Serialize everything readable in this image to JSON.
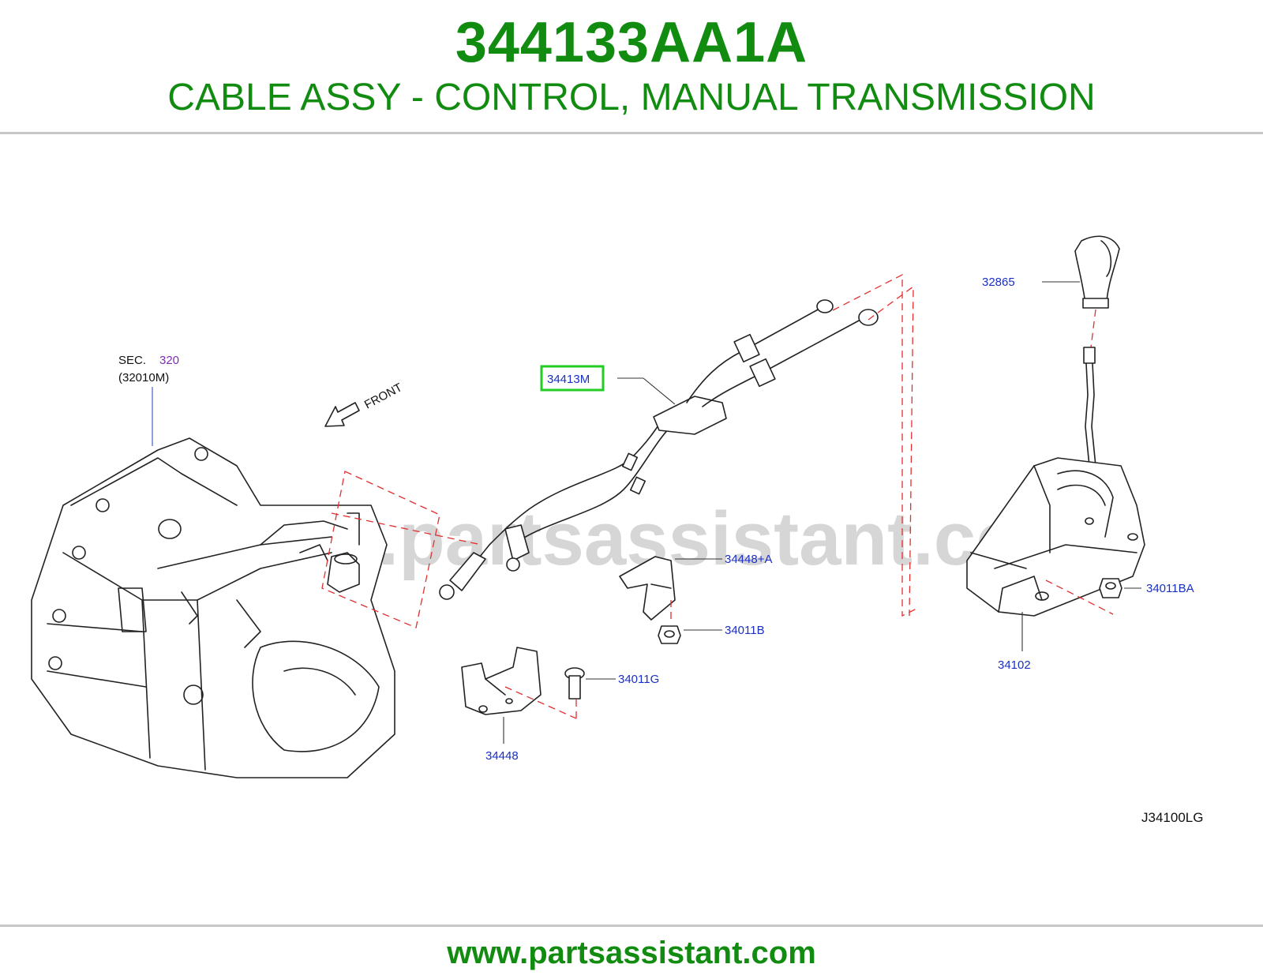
{
  "header": {
    "part_number": "344133AA1A",
    "description": "CABLE ASSY - CONTROL, MANUAL TRANSMISSION"
  },
  "diagram": {
    "watermark": "www.partsassistant.com",
    "front_label": "FRONT",
    "section_ref": {
      "prefix": "SEC.",
      "number": "320",
      "sub": "(32010M)"
    },
    "callouts": {
      "highlighted": "34413M",
      "knob": "32865",
      "bracket_a": "34448+A",
      "nut_b": "34011B",
      "bolt_g": "34011G",
      "bracket": "34448",
      "nut_ba": "34011BA",
      "shifter": "34102"
    },
    "diagram_code": "J34100LG"
  },
  "footer": {
    "url": "www.partsassistant.com"
  },
  "colors": {
    "brand_green": "#118c11",
    "callout_blue": "#1a2fc4",
    "highlight_green": "#22cc22",
    "dash_red": "#e03030"
  }
}
